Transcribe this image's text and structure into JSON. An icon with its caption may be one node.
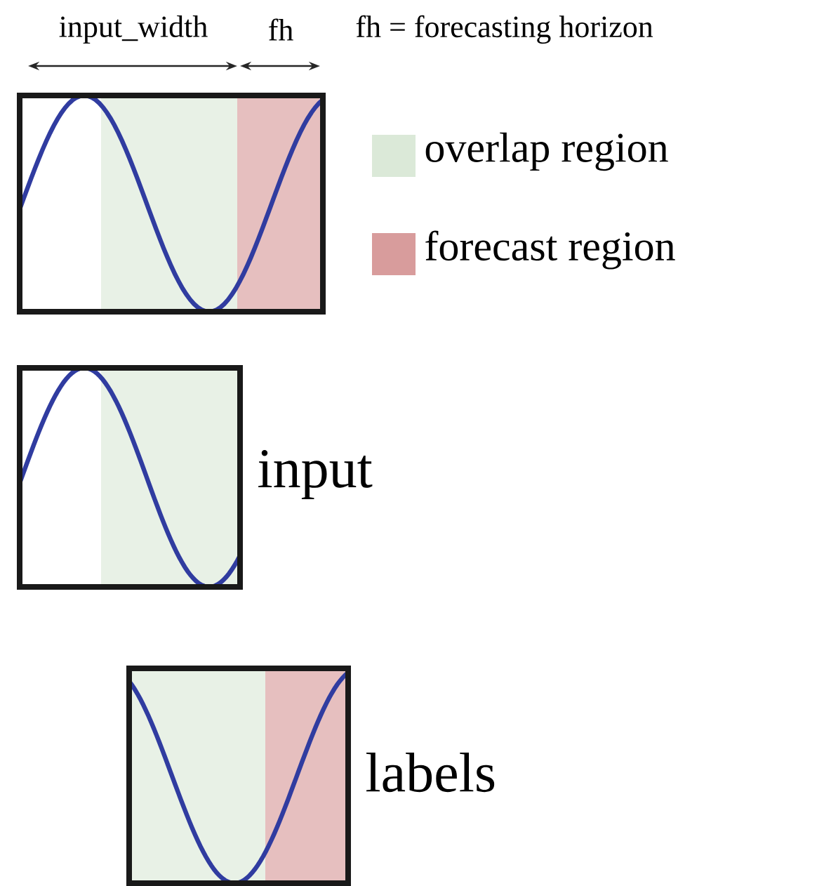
{
  "diagram": {
    "nodes": [
      {
        "text": [],
        "shape": "box"
      },
      {
        "text": [],
        "shape": "box",
        "beside": [
          "input"
        ]
      },
      {
        "text": [],
        "shape": "box",
        "beside": [
          "labels"
        ]
      }
    ],
    "labels": [
      "input_width",
      "fh",
      "fh = forecasting horizon"
    ],
    "legend": [
      {
        "text": "overlap region",
        "color": "#dbe9d8"
      },
      {
        "text": "forecast region",
        "color": "#d89c9c"
      }
    ]
  }
}
